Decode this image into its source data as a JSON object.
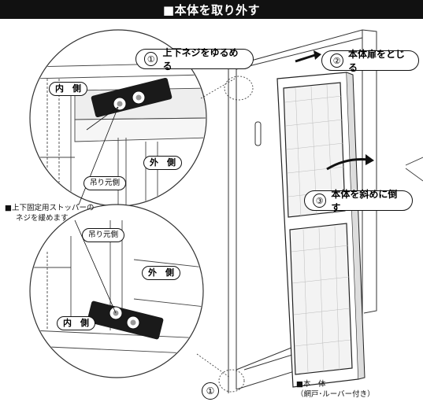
{
  "title": "■本体を取り外す",
  "steps": [
    {
      "num": "①",
      "text": "上下ネジをゆるめる"
    },
    {
      "num": "②",
      "text": "本体扉をとじる"
    },
    {
      "num": "③",
      "text": "本体を斜めに倒す"
    }
  ],
  "labels": {
    "inside": "内　側",
    "outside": "外　側",
    "hinge_side": "吊り元側",
    "stopper_note_line1": "■上下固定用ストッパーの",
    "stopper_note_line2": "ネジを緩めます",
    "bottom_marker": "①",
    "body_label_line1": "■本　体",
    "body_label_line2": "（網戸･ルーバー付き）"
  }
}
